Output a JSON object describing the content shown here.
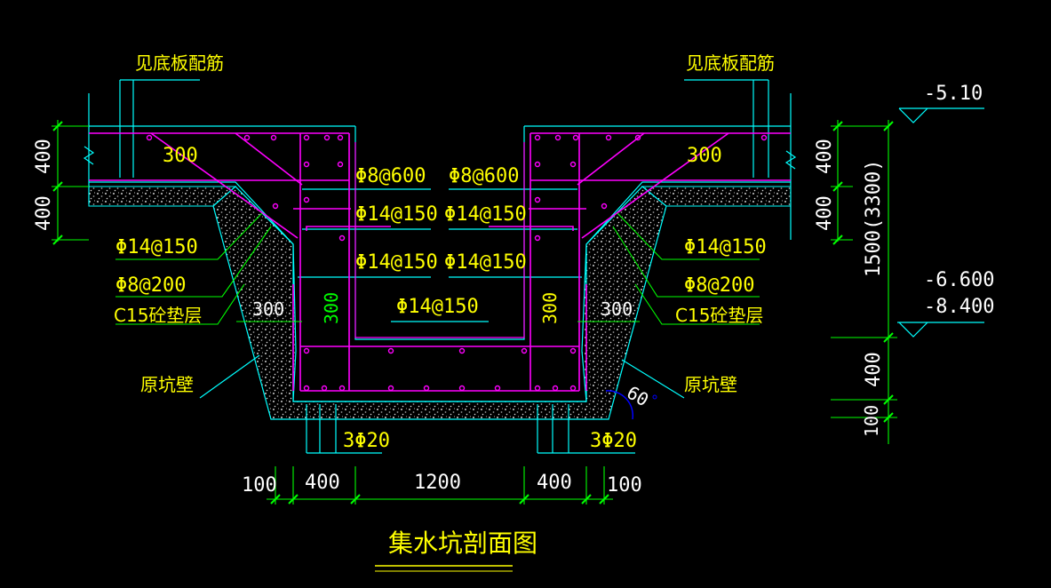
{
  "title": "集水坑剖面图",
  "colors": {
    "background": "#000000",
    "concrete_outline": "#00ffff",
    "rebar": "#ff00ff",
    "text_annotation": "#ffff00",
    "dimension_lines": "#00ff00",
    "dimension_text": "#ffffff",
    "blue_marker": "#0000ff"
  },
  "labels": {
    "bottom_slab_rebar_left": "见底板配筋",
    "bottom_slab_rebar_right": "见底板配筋",
    "haunch_left": "300",
    "haunch_right": "300",
    "wall_thickness_left": "300",
    "wall_thickness_right": "300",
    "cushion_left": "300",
    "cushion_right": "300",
    "rebar_top_left": "Φ8@600",
    "rebar_top_right": "Φ8@600",
    "rebar_mid1_left": "Φ14@150",
    "rebar_mid1_right": "Φ14@150",
    "rebar_mid2_left": "Φ14@150",
    "rebar_mid2_right": "Φ14@150",
    "rebar_bottom": "Φ14@150",
    "side_rebar1_left": "Φ14@150",
    "side_rebar2_left": "Φ8@200",
    "side_cushion_left": "C15砼垫层",
    "side_rebar1_right": "Φ14@150",
    "side_rebar2_right": "Φ8@200",
    "side_cushion_right": "C15砼垫层",
    "pit_wall_left": "原坑壁",
    "pit_wall_right": "原坑壁",
    "corner_bars_left": "3Φ20",
    "corner_bars_right": "3Φ20",
    "angle": "60"
  },
  "dimensions": {
    "left_400_top": "400",
    "left_400_bottom": "400",
    "right_400_top": "400",
    "right_400_bottom": "400",
    "right_depth": "1500(3300)",
    "right_400_lower": "400",
    "right_100": "100",
    "bottom": [
      "100",
      "400",
      "1200",
      "400",
      "100"
    ]
  },
  "elevations": {
    "top": "-5.10",
    "mid_a": "-6.600",
    "mid_b": "-8.400"
  }
}
